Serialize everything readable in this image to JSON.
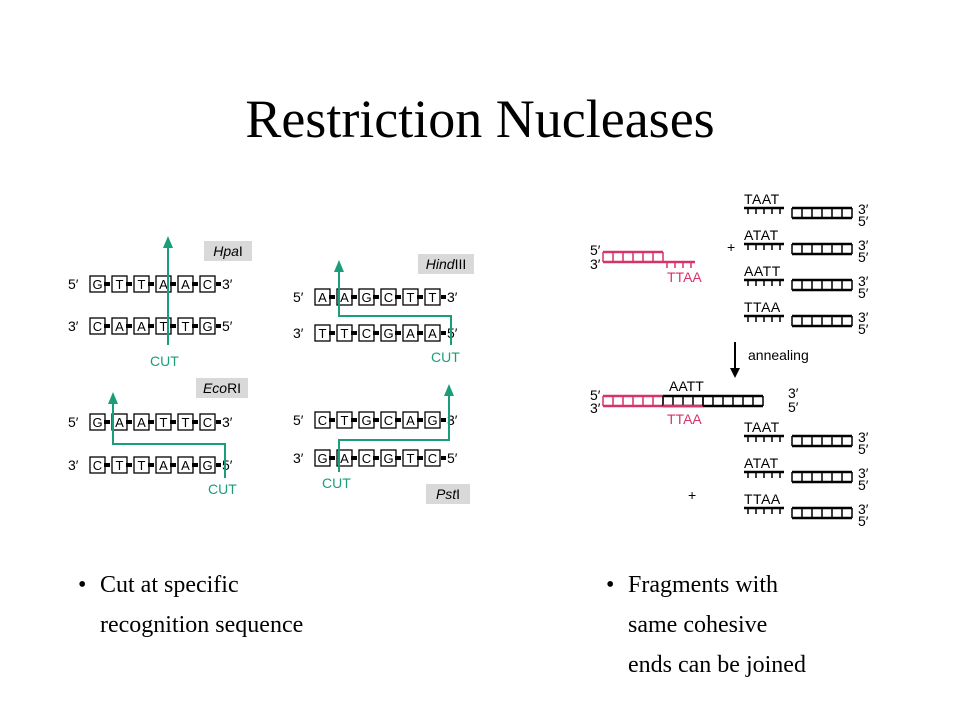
{
  "title": "Restriction Nucleases",
  "colors": {
    "cut_arrow": "#1a9e7a",
    "sticky_strand": "#d6336c",
    "enzyme_label_bg": "#d9d9d9",
    "dna": "#000000"
  },
  "enzymes": [
    {
      "name_italic": "Hpa",
      "name_rest": "I",
      "top_strand": [
        "G",
        "T",
        "T",
        "A",
        "A",
        "C"
      ],
      "bottom_strand": [
        "C",
        "A",
        "A",
        "T",
        "T",
        "G"
      ],
      "cut_label": "CUT"
    },
    {
      "name_italic": "Hind",
      "name_rest": "III",
      "top_strand": [
        "A",
        "A",
        "G",
        "C",
        "T",
        "T"
      ],
      "bottom_strand": [
        "T",
        "T",
        "C",
        "G",
        "A",
        "A"
      ],
      "cut_label": "CUT"
    },
    {
      "name_italic": "Eco",
      "name_rest": "RI",
      "top_strand": [
        "G",
        "A",
        "A",
        "T",
        "T",
        "C"
      ],
      "bottom_strand": [
        "C",
        "T",
        "T",
        "A",
        "A",
        "G"
      ],
      "cut_label": "CUT"
    },
    {
      "name_italic": "Pst",
      "name_rest": "I",
      "top_strand": [
        "C",
        "T",
        "G",
        "C",
        "A",
        "G"
      ],
      "bottom_strand": [
        "G",
        "A",
        "C",
        "G",
        "T",
        "C"
      ],
      "cut_label": "CUT"
    }
  ],
  "strand_ends": {
    "five": "5′",
    "three": "3′"
  },
  "annealing": {
    "before_overhang": "TTAA",
    "fragments_top": [
      "TAAT",
      "ATAT",
      "AATT",
      "TTAA"
    ],
    "arrow_label": "annealing",
    "joined_overhang_top": "AATT",
    "joined_overhang_bottom": "TTAA",
    "fragments_bottom": [
      "TAAT",
      "ATAT",
      "TTAA"
    ],
    "plus": "+"
  },
  "bullets": {
    "left": [
      "Cut at specific",
      "recognition sequence"
    ],
    "right": [
      "Fragments with",
      "same cohesive",
      "ends can be joined"
    ],
    "marker": "•"
  }
}
